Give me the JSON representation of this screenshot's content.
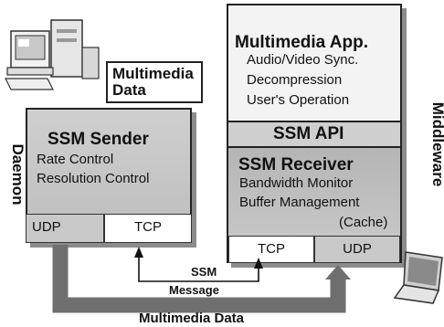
{
  "media_label": {
    "line1": "Multimedia",
    "line2": "Data"
  },
  "side_labels": {
    "left": "Daemon",
    "right": "Middleware"
  },
  "sender": {
    "title": "SSM Sender",
    "lines": [
      "Rate Control",
      "Resolution Control"
    ],
    "ports": {
      "left": "UDP",
      "right": "TCP"
    }
  },
  "receiver": {
    "app": {
      "title": "Multimedia App.",
      "lines": [
        "Audio/Video Sync.",
        "Decompression",
        "User's Operation"
      ]
    },
    "api": "SSM API",
    "core": {
      "title": "SSM Receiver",
      "lines": [
        "Bandwidth Monitor",
        "Buffer Management",
        "(Cache)"
      ]
    },
    "ports": {
      "left": "TCP",
      "right": "UDP"
    }
  },
  "links": {
    "message": {
      "line1": "SSM",
      "line2": "Message"
    },
    "data": "Multimedia Data"
  }
}
